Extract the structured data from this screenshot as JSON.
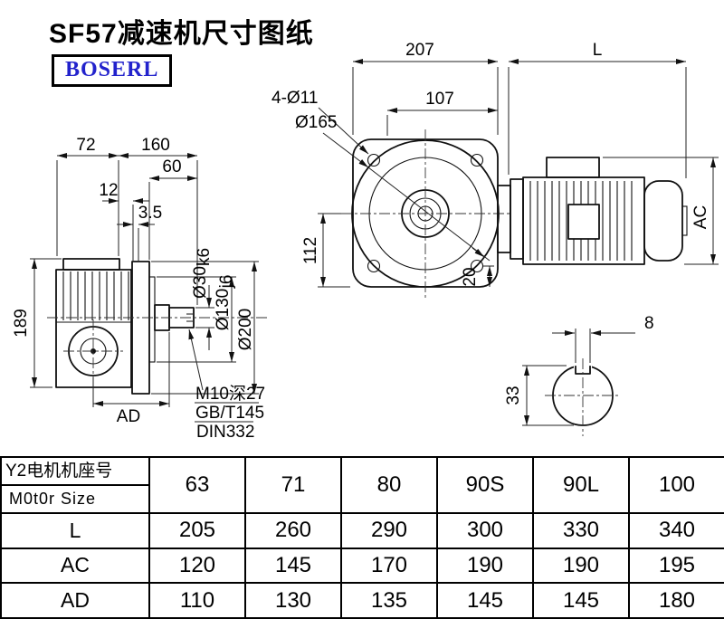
{
  "title": "SF57减速机尺寸图纸",
  "logo": "BOSERL",
  "colors": {
    "logo_text": "#2222cc",
    "line": "#111111"
  },
  "drawing": {
    "side_view": {
      "dim_72": "72",
      "dim_160": "160",
      "dim_60": "60",
      "dim_12": "12",
      "dim_3_5": "3.5",
      "dim_189": "189",
      "dim_ad": "AD",
      "dia_30_main": "Ø30",
      "dia_30_sub": "k6",
      "dia_130_main": "Ø130",
      "dia_130_sub": "j6",
      "dia_200": "Ø200",
      "note_line1": "M10深27",
      "note_line2": "GB/T145",
      "note_line3": "DIN332"
    },
    "front_view": {
      "dim_207": "207",
      "dim_107": "107",
      "dim_l": "L",
      "dim_4xd11": "4-Ø11",
      "dia_165": "Ø165",
      "dim_112": "112",
      "dim_20": "20",
      "dim_ac": "AC"
    },
    "shaft_view": {
      "dim_8": "8",
      "dim_33": "33"
    }
  },
  "table": {
    "header": {
      "line1": "Y2电机机座号",
      "line2": "M0t0r Size"
    },
    "sizes": [
      "63",
      "71",
      "80",
      "90S",
      "90L",
      "100"
    ],
    "rows": [
      {
        "label": "L",
        "values": [
          "205",
          "260",
          "290",
          "300",
          "330",
          "340"
        ]
      },
      {
        "label": "AC",
        "values": [
          "120",
          "145",
          "170",
          "190",
          "190",
          "195"
        ]
      },
      {
        "label": "AD",
        "values": [
          "110",
          "130",
          "135",
          "145",
          "145",
          "180"
        ]
      }
    ]
  }
}
